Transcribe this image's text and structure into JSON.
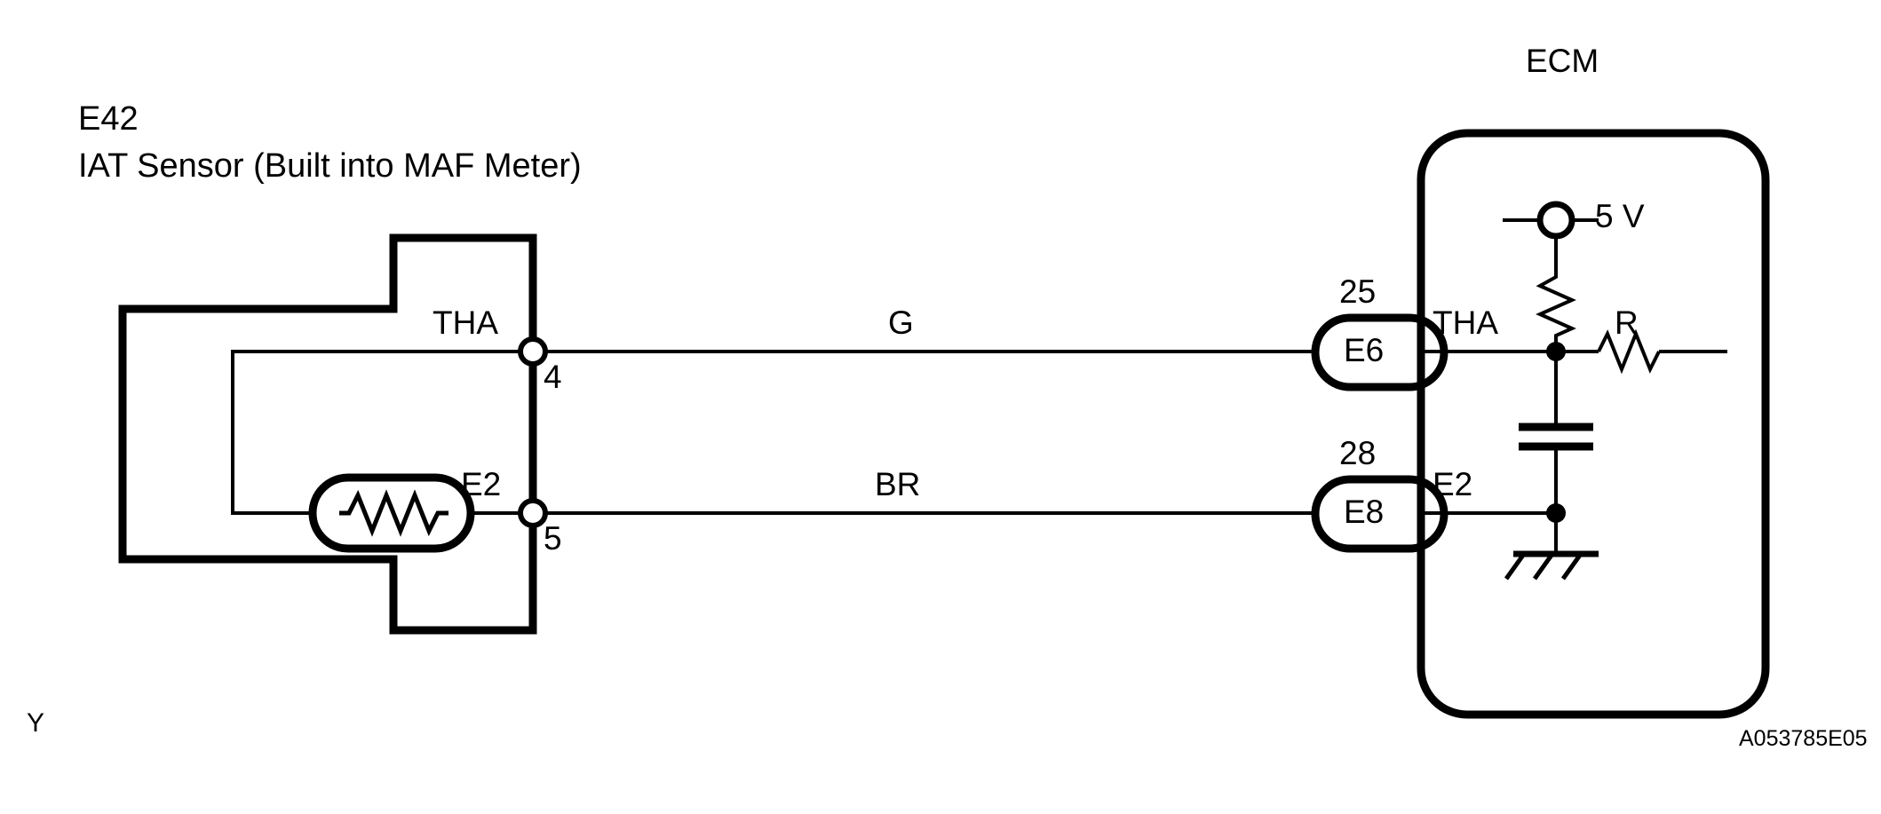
{
  "diagram": {
    "kind": "automotive-wiring-diagram",
    "reference_code": "A053785E05",
    "page_marker": "Y",
    "line_color": "#000000",
    "background_color": "#ffffff"
  },
  "sensor": {
    "code": "E42",
    "name": "IAT Sensor (Built into MAF Meter)",
    "element": "thermistor",
    "terminals": [
      {
        "signal": "THA",
        "pin": "4"
      },
      {
        "signal": "E2",
        "pin": "5"
      }
    ]
  },
  "wires": [
    {
      "label": "G",
      "from": "E42 pin 4",
      "to": "E6 pin 25"
    },
    {
      "label": "BR",
      "from": "E42 pin 5",
      "to": "E8 pin 28"
    }
  ],
  "ecm": {
    "title": "ECM",
    "connectors": [
      {
        "name": "E6",
        "pin": "25",
        "signal": "THA"
      },
      {
        "name": "E8",
        "pin": "28",
        "signal": "E2"
      }
    ],
    "supply_label": "5 V",
    "series_resistor_label": "R",
    "internal_parts": [
      "pull-up-resistor",
      "series-resistor",
      "capacitor",
      "chassis-ground"
    ]
  }
}
